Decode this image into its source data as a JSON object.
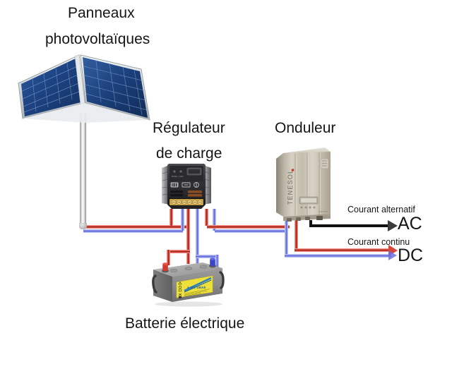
{
  "diagram": {
    "title_semantic": "schema-installation-photovoltaique",
    "background": "#ffffff"
  },
  "labels": {
    "panels_line1": "Panneaux",
    "panels_line2": "photovoltaïques",
    "regulator_line1": "Régulateur",
    "regulator_line2": "de charge",
    "inverter": "Onduleur",
    "battery": "Batterie électrique",
    "ac_caption": "Courant alternatif",
    "ac_value": "AC",
    "dc_caption": "Courant continu",
    "dc_value": "DC"
  },
  "devices": {
    "inverter_brand": "TENESOL",
    "regulator_name": "charge-regulator",
    "battery_name": "lead-acid-battery",
    "panel_name": "photovoltaic-array"
  },
  "colors": {
    "wire_positive_red": "#8f1a12",
    "wire_negative_blue": "#5a63d8",
    "wire_ac_black": "#111111",
    "panel_cell_blue": "#1b3f7a",
    "panel_frame": "#d8dce0",
    "regulator_body": "#3a3a3c",
    "inverter_body": "#bfb9a8",
    "battery_body": "#8d8d8d",
    "battery_label_yellow": "#efe13b",
    "text": "#151515"
  }
}
